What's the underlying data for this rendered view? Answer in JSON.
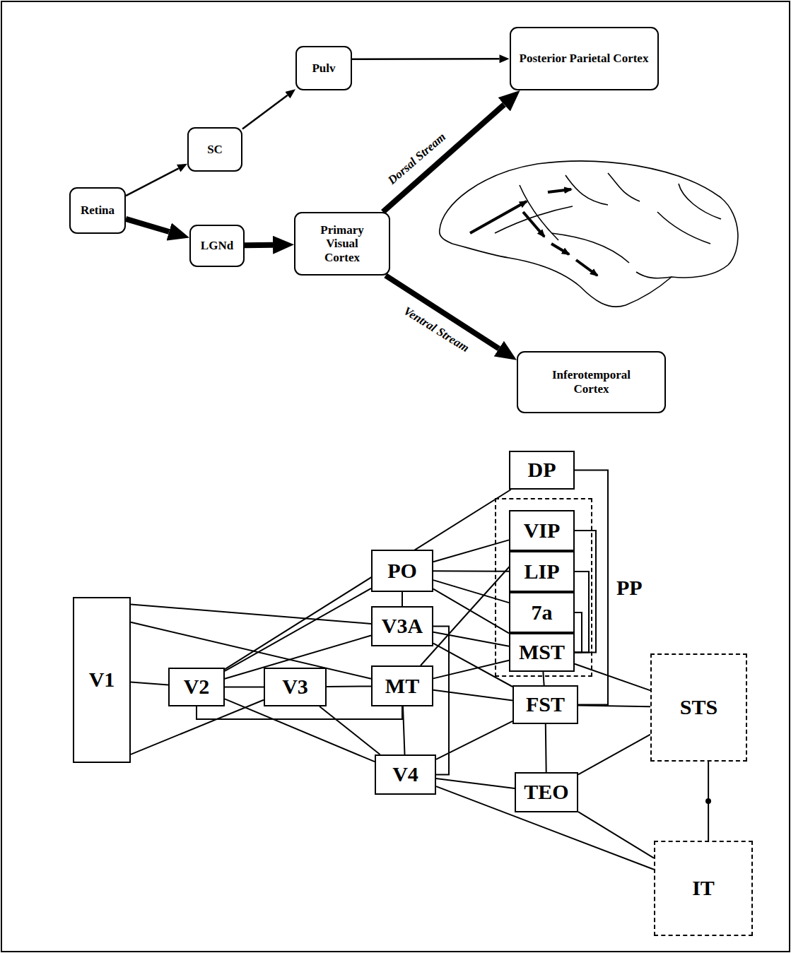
{
  "diagram": {
    "nodes": [
      {
        "text": [
          "Retina"
        ]
      },
      {
        "text": [
          "SC"
        ]
      },
      {
        "text": [
          "Pulv"
        ]
      },
      {
        "text": [
          "LGNd"
        ]
      },
      {
        "text": [
          "Primary Visual Cortex"
        ]
      },
      {
        "text": [
          "Posterior Parietal Cortex"
        ]
      },
      {
        "text": [
          "Inferotemporal Cortex"
        ]
      },
      {
        "text": [
          "V1"
        ]
      },
      {
        "text": [
          "V2"
        ]
      },
      {
        "text": [
          "V3"
        ]
      },
      {
        "text": [
          "DP"
        ]
      },
      {
        "text": [
          "PO"
        ]
      },
      {
        "text": [
          "V3A"
        ]
      },
      {
        "text": [
          "MT"
        ]
      },
      {
        "text": [
          "V4"
        ]
      },
      {
        "text": [
          "PP"
        ]
      },
      {
        "text": [
          "VIP"
        ],
        "in": 15
      },
      {
        "text": [
          "LIP"
        ],
        "in": 15
      },
      {
        "text": [
          "7a"
        ],
        "in": 15
      },
      {
        "text": [
          "MST"
        ],
        "in": 15
      },
      {
        "text": [
          "FST"
        ]
      },
      {
        "text": [
          "TEO"
        ]
      },
      {
        "text": [
          "STS"
        ]
      },
      {
        "text": [
          "IT"
        ]
      }
    ],
    "edges": [
      {
        "from": 0,
        "to": 1,
        "arrow": "to"
      },
      {
        "from": 1,
        "to": 2,
        "arrow": "to"
      },
      {
        "from": 2,
        "to": 5,
        "arrow": "to"
      },
      {
        "from": 0,
        "to": 3,
        "arrow": "to"
      },
      {
        "from": 3,
        "to": 4,
        "arrow": "to"
      },
      {
        "from": 4,
        "to": 5,
        "label": "Dorsal Stream",
        "arrow": "to"
      },
      {
        "from": 4,
        "to": 6,
        "label": "Ventral Stream",
        "arrow": "to"
      },
      {
        "from": 7,
        "to": 8,
        "arrow": "none"
      },
      {
        "from": 7,
        "to": 12,
        "arrow": "none"
      },
      {
        "from": 7,
        "to": 13,
        "arrow": "none"
      },
      {
        "from": 7,
        "to": 9,
        "arrow": "none"
      },
      {
        "from": 8,
        "to": 9,
        "arrow": "none"
      },
      {
        "from": 8,
        "to": 11,
        "arrow": "none"
      },
      {
        "from": 8,
        "to": 12,
        "arrow": "none"
      },
      {
        "from": 8,
        "to": 13,
        "arrow": "none"
      },
      {
        "from": 8,
        "to": 14,
        "arrow": "none"
      },
      {
        "from": 9,
        "to": 13,
        "arrow": "none"
      },
      {
        "from": 9,
        "to": 14,
        "arrow": "none"
      },
      {
        "from": 10,
        "to": 8,
        "arrow": "none"
      },
      {
        "from": 10,
        "to": 20,
        "arrow": "none"
      },
      {
        "from": 11,
        "to": 12,
        "arrow": "none"
      },
      {
        "from": 11,
        "to": 16,
        "arrow": "none"
      },
      {
        "from": 11,
        "to": 17,
        "arrow": "none"
      },
      {
        "from": 11,
        "to": 18,
        "arrow": "none"
      },
      {
        "from": 11,
        "to": 19,
        "arrow": "none"
      },
      {
        "from": 12,
        "to": 19,
        "arrow": "none"
      },
      {
        "from": 12,
        "to": 20,
        "arrow": "none"
      },
      {
        "from": 12,
        "to": 14,
        "arrow": "none"
      },
      {
        "from": 13,
        "to": 14,
        "arrow": "none"
      },
      {
        "from": 13,
        "to": 16,
        "arrow": "none"
      },
      {
        "from": 13,
        "to": 19,
        "arrow": "none"
      },
      {
        "from": 13,
        "to": 20,
        "arrow": "none"
      },
      {
        "from": 16,
        "to": 19,
        "arrow": "none"
      },
      {
        "from": 17,
        "to": 19,
        "arrow": "none"
      },
      {
        "from": 18,
        "to": 19,
        "arrow": "none"
      },
      {
        "from": 19,
        "to": 20,
        "arrow": "none"
      },
      {
        "from": 19,
        "to": 22,
        "arrow": "none"
      },
      {
        "from": 20,
        "to": 22,
        "arrow": "none"
      },
      {
        "from": 20,
        "to": 21,
        "arrow": "none"
      },
      {
        "from": 20,
        "to": 14,
        "arrow": "none"
      },
      {
        "from": 14,
        "to": 21,
        "arrow": "none"
      },
      {
        "from": 14,
        "to": 23,
        "arrow": "none"
      },
      {
        "from": 21,
        "to": 22,
        "arrow": "none"
      },
      {
        "from": 21,
        "to": 23,
        "arrow": "none"
      },
      {
        "from": 22,
        "to": 23,
        "arrow": "none"
      }
    ]
  }
}
